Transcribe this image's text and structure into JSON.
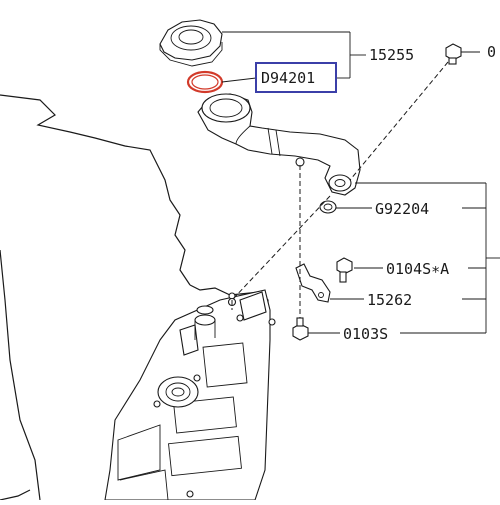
{
  "parts": {
    "cap_assembly": "15255",
    "oring": "D94201",
    "gasket": "G92204",
    "bolt_a": "0104S∗A",
    "bracket": "15262",
    "bolt_b": "0103S",
    "edge_ref": "0"
  },
  "colors": {
    "highlight_box": "#3b3fa8",
    "oring": "#d23a2a",
    "line": "#1a1a1a"
  }
}
